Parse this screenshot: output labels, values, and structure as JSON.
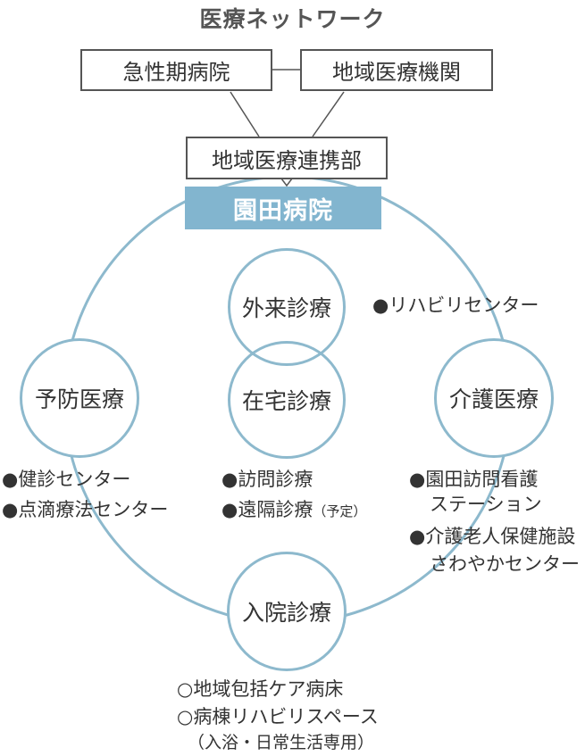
{
  "title": "医療ネットワーク",
  "top_boxes": {
    "acute": "急性期病院",
    "regional": "地域医療機関",
    "liaison": "地域医療連携部"
  },
  "hospital": "園田病院",
  "circles": {
    "outpatient": "外来診療",
    "home": "在宅診療",
    "prevention": "予防医療",
    "care": "介護医療",
    "inpatient": "入院診療"
  },
  "rehab_center": "●リハビリセンター",
  "prevention_items": [
    "●健診センター",
    "●点滴療法センター"
  ],
  "home_items": {
    "visit": "●訪問診療",
    "remote": "●遠隔診療",
    "remote_note": "（予定）"
  },
  "care_items": [
    "●園田訪問看護",
    "ステーション",
    "●介護老人保健施設",
    "さわやかセンター"
  ],
  "inpatient_items": [
    "○地域包括ケア病床",
    "○病棟リハビリスペース",
    "（入浴・日常生活専用）"
  ],
  "colors": {
    "accent": "#82b5cf",
    "circle_stroke": "#8db9cd",
    "text": "#333333",
    "box_border": "#555555"
  }
}
